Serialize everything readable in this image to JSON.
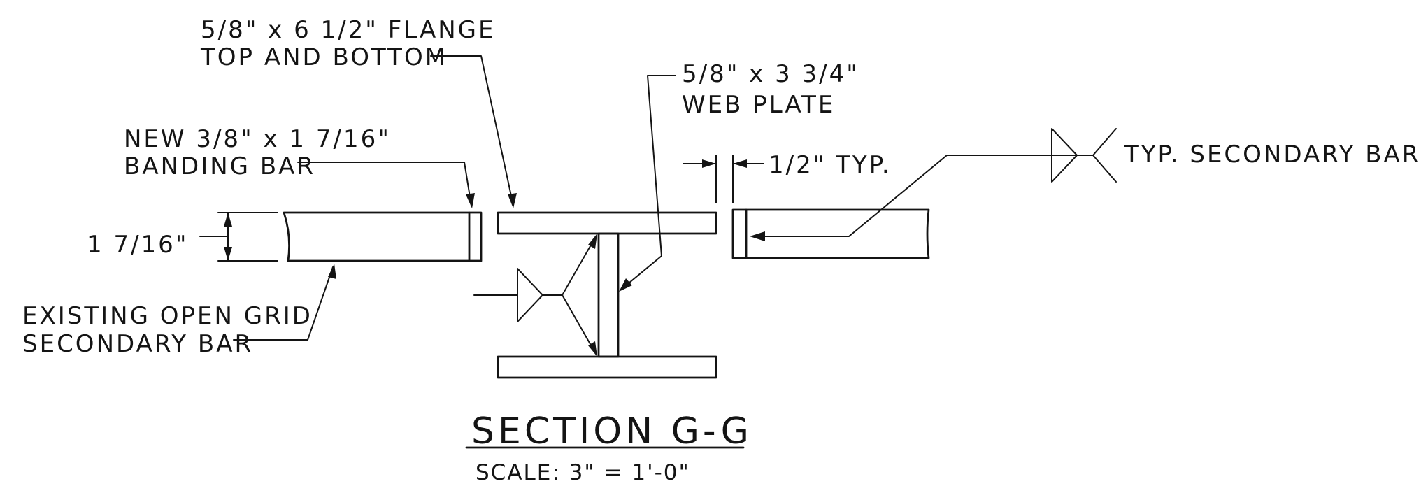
{
  "drawing": {
    "flange_note": {
      "line1": "5/8\" x 6 1/2\" FLANGE",
      "line2": "TOP AND BOTTOM"
    },
    "web_note": {
      "line1": "5/8\" x 3 3/4\"",
      "line2": "WEB PLATE"
    },
    "banding_note": {
      "line1": "NEW 3/8\" x 1 7/16\"",
      "line2": "BANDING BAR"
    },
    "existing_note": {
      "line1": "EXISTING OPEN GRID",
      "line2": "SECONDARY BAR"
    },
    "height_dim": "1 7/16\"",
    "gap_dim": "1/2\" TYP.",
    "weld_note": "TYP. SECONDARY BARS",
    "title": "SECTION G-G",
    "scale": "SCALE: 3\" = 1'-0\""
  }
}
